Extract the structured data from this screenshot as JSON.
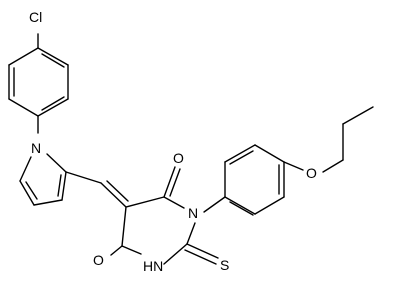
{
  "molecule": {
    "atoms": {
      "cl": "Cl",
      "n_pyrrole": "N",
      "o_top": "O",
      "n_ring": "N",
      "o_ether": "O",
      "o_bottom": "O",
      "nh": "HN",
      "s": "S"
    }
  }
}
